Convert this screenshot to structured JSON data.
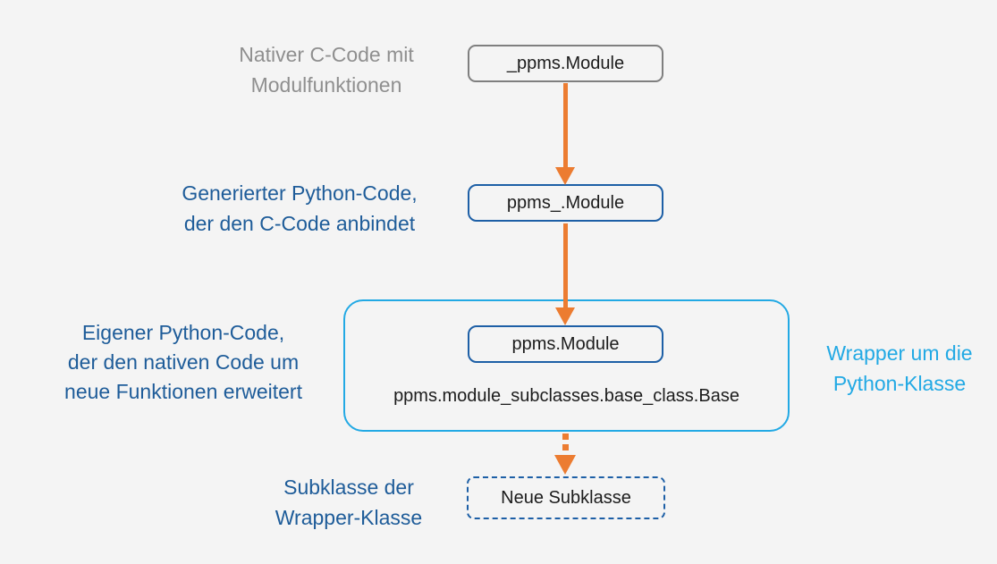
{
  "colors": {
    "background": "#F4F4F4",
    "gray_border": "#7F7F7F",
    "gray_text": "#8F8F8F",
    "dark_blue": "#1D5FA6",
    "dark_blue_text": "#1E5C99",
    "cyan": "#22A9E4",
    "orange": "#EC7C31",
    "text_black": "#1C1C1C"
  },
  "diagram": {
    "labels": {
      "native_c": {
        "line1": "Nativer C-Code mit",
        "line2": "Modulfunktionen"
      },
      "generated": {
        "line1": "Generierter Python-Code,",
        "line2": "der den C-Code anbindet"
      },
      "own_code": {
        "line1": "Eigener Python-Code,",
        "line2": "der den nativen Code um",
        "line3": "neue Funktionen erweitert"
      },
      "wrapper": {
        "line1": "Wrapper um die",
        "line2": "Python-Klasse"
      },
      "subclass": {
        "line1": "Subklasse der",
        "line2": "Wrapper-Klasse"
      }
    },
    "nodes": {
      "native_module": "_ppms.Module",
      "generated_module": "ppms_.Module",
      "wrapper_module": "ppms.Module",
      "base_class": "ppms.module_subclasses.base_class.Base",
      "new_subclass": "Neue Subklasse"
    }
  }
}
